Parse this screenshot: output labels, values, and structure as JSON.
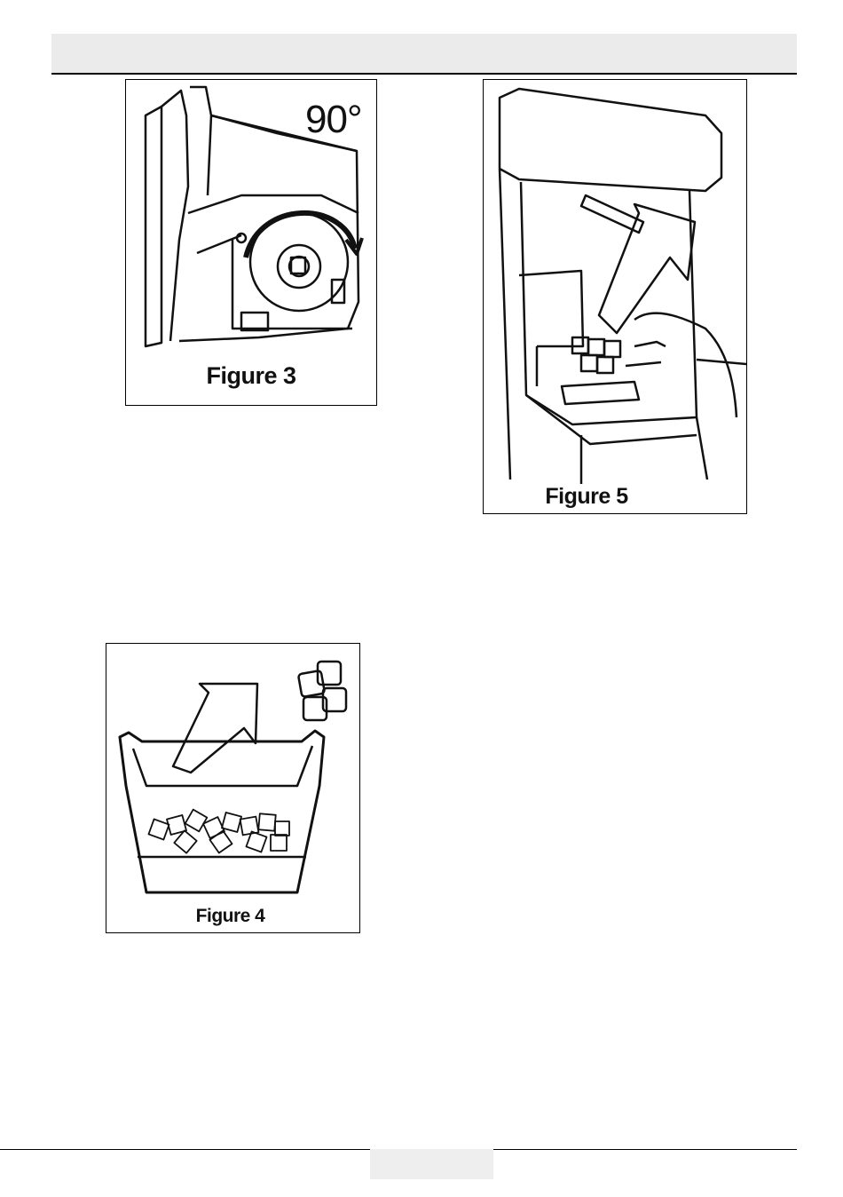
{
  "figures": {
    "fig3": {
      "caption": "Figure 3",
      "angle_label": "90°"
    },
    "fig4": {
      "caption": "Figure 4"
    },
    "fig5": {
      "caption": "Figure 5"
    }
  },
  "colors": {
    "ink": "#111111",
    "header_band": "#ebebeb",
    "page_tab": "#eeeeee"
  }
}
